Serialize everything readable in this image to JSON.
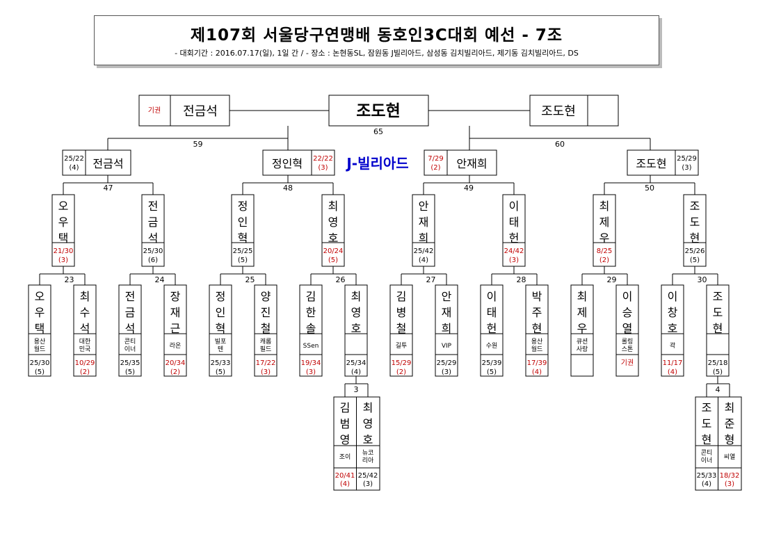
{
  "header": {
    "title": "제107회 서울당구연맹배 동호인3C대회 예선 - 7조",
    "subtitle": "- 대회기간 : 2016.07.17(일), 1일 간 / - 장소 : 논현동SL, 잠원동 J빌리아드, 삼성동 김치빌리아드, 제기동 김치빌리아드, DS"
  },
  "venue_label": "J-빌리아드",
  "colors": {
    "win": "#000000",
    "loss": "#c00000",
    "venue": "#0000cc"
  },
  "final": {
    "left": {
      "mark": "기권",
      "name": "전금석"
    },
    "center": {
      "name": "조도현",
      "match": "65"
    },
    "right": {
      "name": "조도현"
    }
  },
  "semis": [
    {
      "match": "59",
      "left": {
        "name": "전금석",
        "score": "25/22",
        "inn": "(4)",
        "loss": false
      },
      "right": {
        "name": "정인혁",
        "score": "22/22",
        "inn": "(3)",
        "loss": true
      }
    },
    {
      "match": "60",
      "left": {
        "name": "안재희",
        "score": "7/29",
        "inn": "(2)",
        "loss": true
      },
      "right": {
        "name": "조도현",
        "score": "25/29",
        "inn": "(3)",
        "loss": false
      }
    }
  ],
  "quarters": [
    {
      "match": "47",
      "players": [
        {
          "name": "오우택",
          "score": "21/30",
          "inn": "(3)",
          "loss": true
        },
        {
          "name": "전금석",
          "score": "25/30",
          "inn": "(6)",
          "loss": false
        }
      ]
    },
    {
      "match": "48",
      "players": [
        {
          "name": "정인혁",
          "score": "25/25",
          "inn": "(5)",
          "loss": false
        },
        {
          "name": "최영호",
          "score": "20/24",
          "inn": "(5)",
          "loss": true
        }
      ]
    },
    {
      "match": "49",
      "players": [
        {
          "name": "안재희",
          "score": "25/42",
          "inn": "(4)",
          "loss": false
        },
        {
          "name": "이태헌",
          "score": "24/42",
          "inn": "(3)",
          "loss": true
        }
      ]
    },
    {
      "match": "50",
      "players": [
        {
          "name": "최제우",
          "score": "8/25",
          "inn": "(2)",
          "loss": true
        },
        {
          "name": "조도현",
          "score": "25/26",
          "inn": "(5)",
          "loss": false
        }
      ]
    }
  ],
  "round1": [
    {
      "match": "23",
      "players": [
        {
          "name": "오우택",
          "club": "용산\n월드",
          "score": "25/30",
          "inn": "(5)",
          "loss": false
        },
        {
          "name": "최수석",
          "club": "대한\n민국",
          "score": "10/29",
          "inn": "(2)",
          "loss": true
        }
      ]
    },
    {
      "match": "24",
      "players": [
        {
          "name": "전금석",
          "club": "콘티\n이너",
          "score": "25/35",
          "inn": "(5)",
          "loss": false
        },
        {
          "name": "장재근",
          "club": "라온",
          "score": "20/34",
          "inn": "(2)",
          "loss": true
        }
      ]
    },
    {
      "match": "25",
      "players": [
        {
          "name": "정인혁",
          "club": "빌포\n텐",
          "score": "25/33",
          "inn": "(5)",
          "loss": false
        },
        {
          "name": "양진철",
          "club": "캐롬\n필드",
          "score": "17/22",
          "inn": "(3)",
          "loss": true
        }
      ]
    },
    {
      "match": "26",
      "players": [
        {
          "name": "김한솔",
          "club": "SSen",
          "score": "19/34",
          "inn": "(3)",
          "loss": true
        },
        {
          "name": "최영호",
          "club": "",
          "score": "25/34",
          "inn": "(4)",
          "loss": false
        }
      ]
    },
    {
      "match": "27",
      "players": [
        {
          "name": "김병철",
          "club": "길투",
          "score": "15/29",
          "inn": "(2)",
          "loss": true
        },
        {
          "name": "안재희",
          "club": "VIP",
          "score": "25/29",
          "inn": "(3)",
          "loss": false
        }
      ]
    },
    {
      "match": "28",
      "players": [
        {
          "name": "이태헌",
          "club": "수원",
          "score": "25/39",
          "inn": "(5)",
          "loss": false
        },
        {
          "name": "박주현",
          "club": "용산\n월드",
          "score": "17/39",
          "inn": "(4)",
          "loss": true
        }
      ]
    },
    {
      "match": "29",
      "players": [
        {
          "name": "최제우",
          "club": "큐션\n사랑",
          "score": "",
          "inn": "",
          "loss": false
        },
        {
          "name": "이승열",
          "club": "롤링\n스톤",
          "score": "기권",
          "inn": "",
          "loss": true
        }
      ]
    },
    {
      "match": "30",
      "players": [
        {
          "name": "이창호",
          "club": "곽",
          "score": "11/17",
          "inn": "(4)",
          "loss": true
        },
        {
          "name": "조도현",
          "club": "",
          "score": "25/18",
          "inn": "(5)",
          "loss": false
        }
      ]
    }
  ],
  "prelims": [
    {
      "match": "3",
      "players": [
        {
          "name": "김범영",
          "club": "조이",
          "score": "20/41",
          "inn": "(4)",
          "loss": true
        },
        {
          "name": "최영호",
          "club": "뉴코\n리아",
          "score": "25/42",
          "inn": "(3)",
          "loss": false
        }
      ]
    },
    {
      "match": "4",
      "players": [
        {
          "name": "조도현",
          "club": "콘티\n이너",
          "score": "25/33",
          "inn": "(4)",
          "loss": false
        },
        {
          "name": "최준형",
          "club": "씨열",
          "score": "18/32",
          "inn": "(3)",
          "loss": true
        }
      ]
    }
  ]
}
